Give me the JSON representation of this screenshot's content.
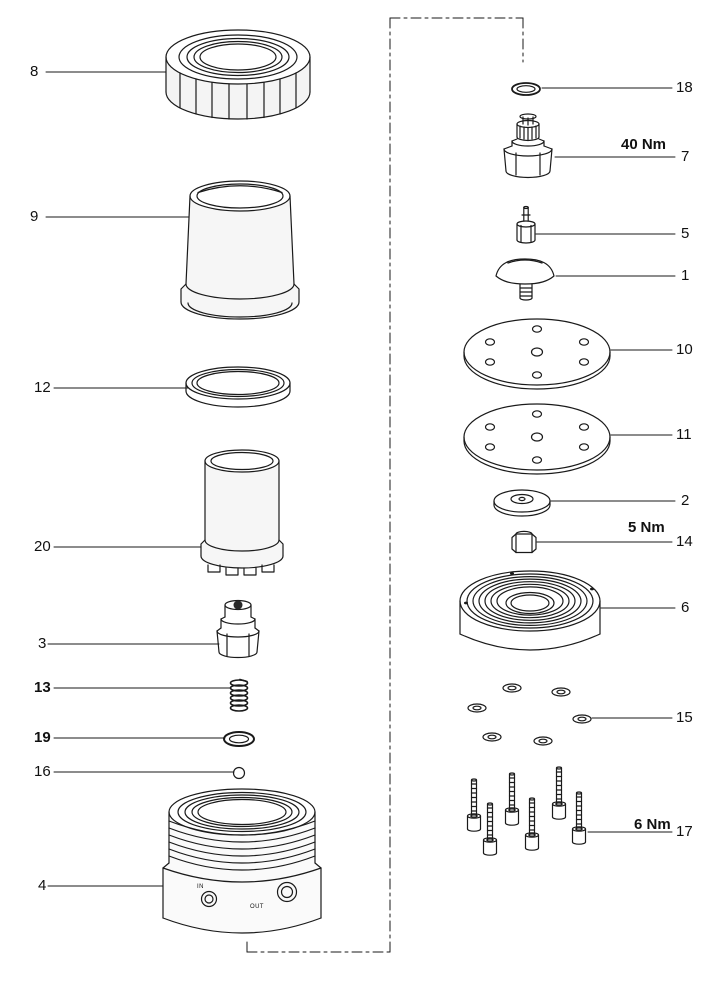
{
  "diagram": {
    "callouts": {
      "p1": "1",
      "p2": "2",
      "p3": "3",
      "p4": "4",
      "p5": "5",
      "p6": "6",
      "p7": "7",
      "p8": "8",
      "p9": "9",
      "p10": "10",
      "p11": "11",
      "p12": "12",
      "p13": "13",
      "p14": "14",
      "p15": "15",
      "p16": "16",
      "p17": "17",
      "p18": "18",
      "p19": "19",
      "p20": "20"
    },
    "torques": {
      "part7": "40 Nm",
      "part14": "5 Nm",
      "part17": "6 Nm"
    },
    "port_labels": {
      "in": "IN",
      "out": "OUT"
    },
    "colors": {
      "line": "#1a1a1a",
      "shade": "#f4f4f4",
      "background": "#ffffff"
    }
  }
}
